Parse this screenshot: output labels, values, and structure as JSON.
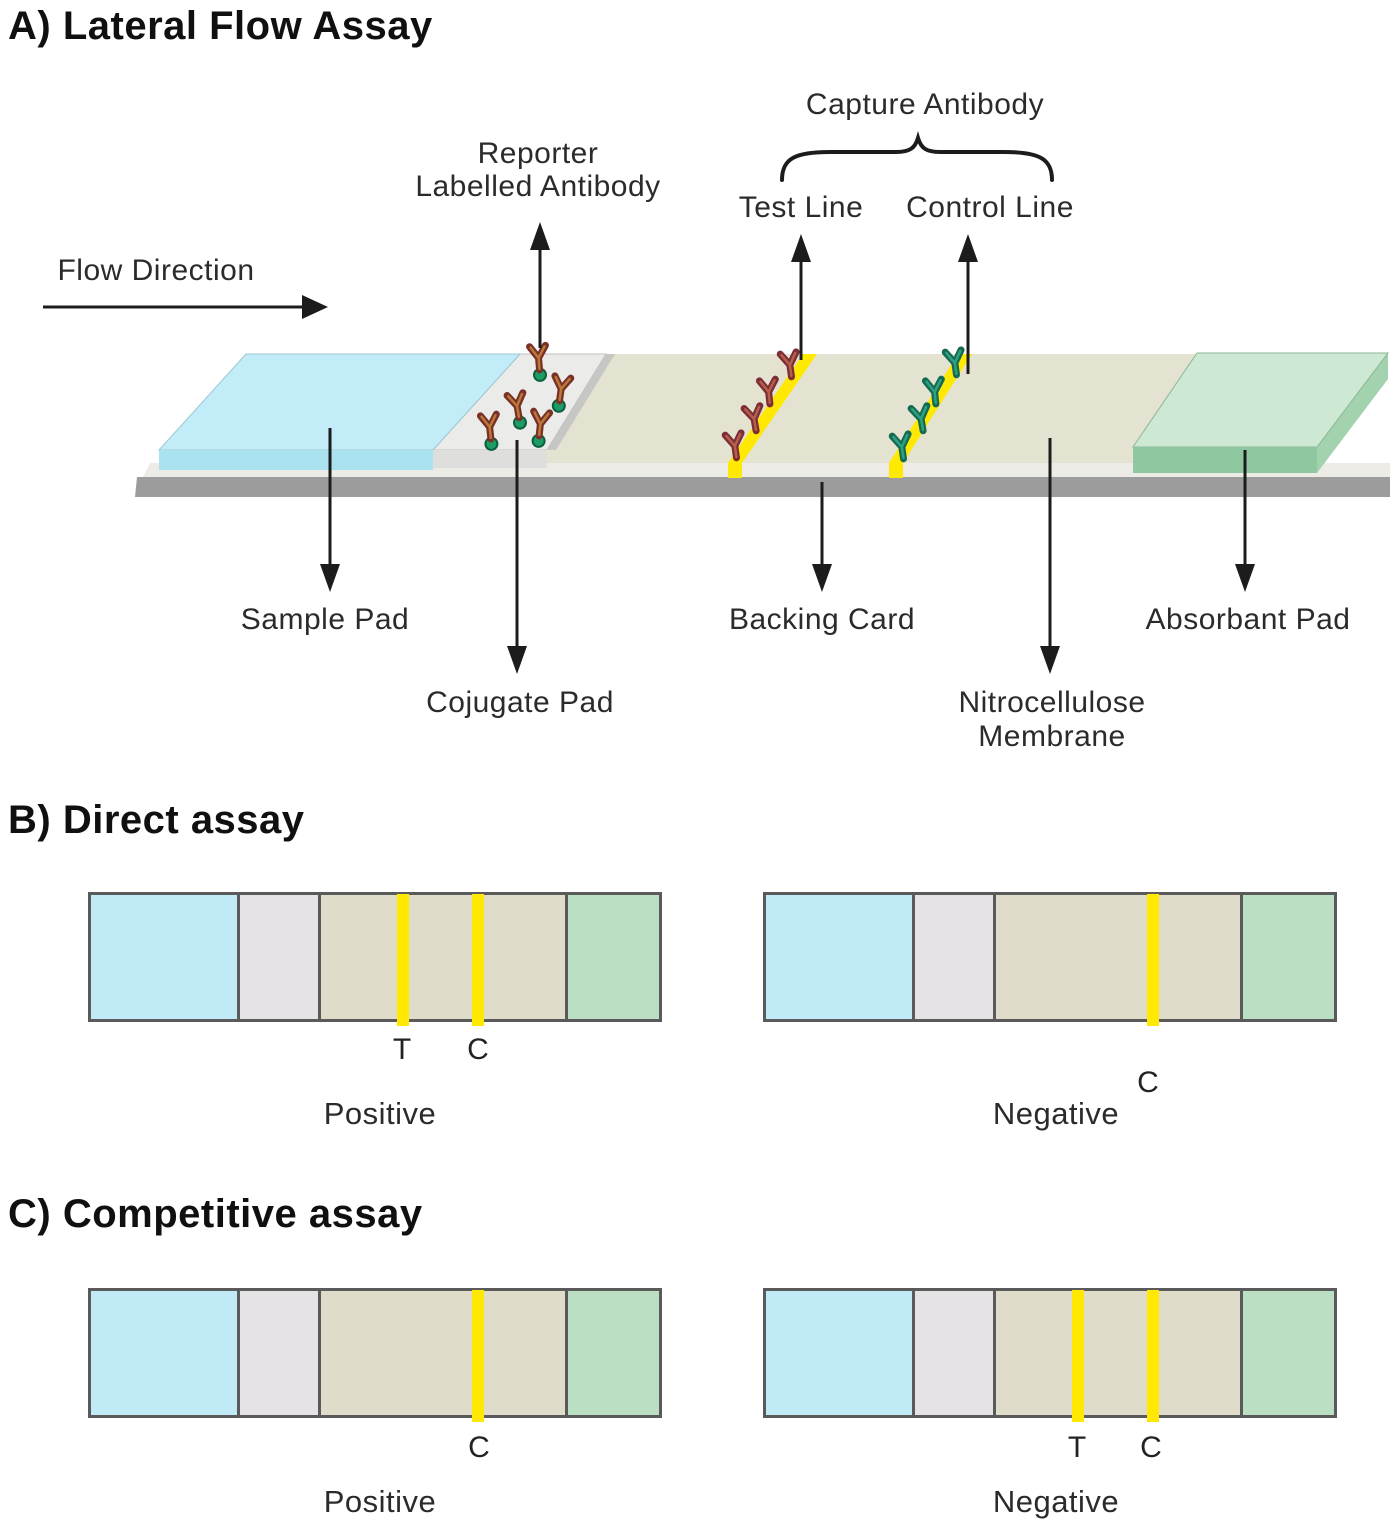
{
  "colors": {
    "ink": "#1e1e1e",
    "sample-blue": "#c2ecf7",
    "sample-blue-front": "#aae2ef",
    "pad-side": "#d2dde0",
    "conjugate-gray": "#ebebe9",
    "conjugate-gray-front": "#dededc",
    "conjugate-gray-side": "#c6c6c4",
    "membrane-beige": "#e4e3d1",
    "absorbent-green": "#cde9d4",
    "absorbent-green-front": "#8fc7a0",
    "absorbent-green-side": "#a3d2af",
    "backing-gray": "#9c9c9c",
    "backing-top": "#edebe5",
    "line-yellow": "#ffe802",
    "strip-blue": "#c0ebf6",
    "strip-gray": "#e5e3e5",
    "strip-beige": "#dfddca",
    "strip-green": "#badfc3",
    "strip-border": "#5a5a5a",
    "test-ab-dark": "#7c2d35",
    "test-ab-light": "#b4604a",
    "control-ab-dark": "#156b52",
    "control-ab-light": "#2fa182",
    "reporter-ab-dark": "#7a3026",
    "reporter-ab-light": "#b9793a",
    "reporter-ball": "#1d9c66",
    "reporter-ball-edge": "#0c5e3e"
  },
  "section_a": {
    "title": "A) Lateral Flow Assay",
    "flow_direction": "Flow Direction",
    "reporter_line1": "Reporter",
    "reporter_line2": "Labelled Antibody",
    "capture_antibody": "Capture Antibody",
    "test_line": "Test Line",
    "control_line": "Control Line",
    "sample_pad": "Sample Pad",
    "conjugate_pad": "Cojugate Pad",
    "backing_card": "Backing Card",
    "nitrocellulose_line1": "Nitrocellulose",
    "nitrocellulose_line2": "Membrane",
    "absorbent_pad": "Absorbant Pad"
  },
  "section_b": {
    "title": "B) Direct assay",
    "positive_strip": {
      "t_label": "T",
      "c_label": "C",
      "result": "Positive"
    },
    "negative_strip": {
      "c_label": "C",
      "result": "Negative"
    }
  },
  "section_c": {
    "title": "C) Competitive assay",
    "positive_strip": {
      "c_label": "C",
      "result": "Positive"
    },
    "negative_strip": {
      "t_label": "T",
      "c_label": "C",
      "result": "Negative"
    }
  }
}
